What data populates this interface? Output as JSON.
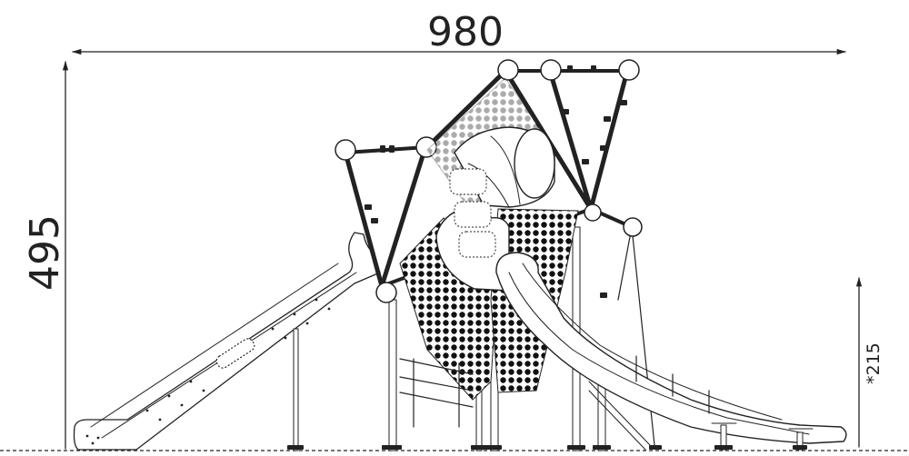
{
  "dimensions": {
    "width_label": "980",
    "height_label": "495",
    "side_height_label": "*215"
  }
}
